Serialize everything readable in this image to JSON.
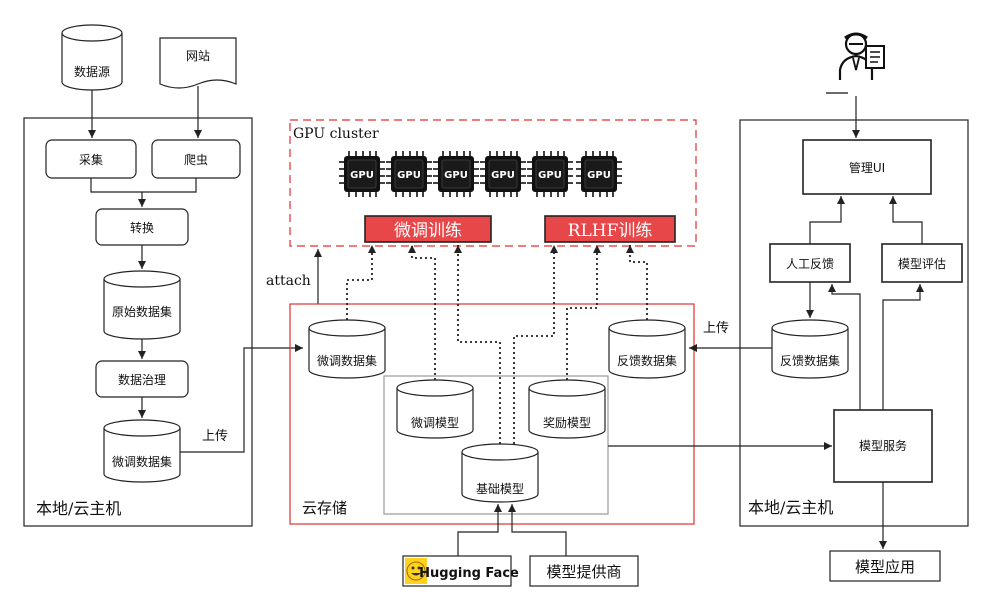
{
  "left": {
    "source_db": "数据源",
    "website": "网站",
    "collect": "采集",
    "crawler": "爬虫",
    "transform": "转换",
    "raw_dataset": "原始数据集",
    "governance": "数据治理",
    "finetune_dataset": "微调数据集",
    "upload": "上传",
    "host_label": "本地/云主机"
  },
  "gpu": {
    "cluster_label": "GPU cluster",
    "chip_label": "GPU",
    "finetune_train": "微调训练",
    "rlhf_train": "RLHF训练",
    "attach": "attach"
  },
  "cloud": {
    "finetune_dataset": "微调数据集",
    "feedback_dataset": "反馈数据集",
    "finetune_model": "微调模型",
    "reward_model": "奖励模型",
    "base_model": "基础模型",
    "storage_label": "云存储"
  },
  "right": {
    "admin_ui": "管理UI",
    "human_feedback": "人工反馈",
    "model_eval": "模型评估",
    "feedback_dataset": "反馈数据集",
    "upload": "上传",
    "model_service": "模型服务",
    "host_label": "本地/云主机",
    "model_app": "模型应用"
  },
  "providers": {
    "hugging_face": "Hugging Face",
    "model_provider": "模型提供商"
  },
  "colors": {
    "red": "#e0312f",
    "red_fill": "#e8474a",
    "gray": "#999999",
    "line": "#222222"
  }
}
